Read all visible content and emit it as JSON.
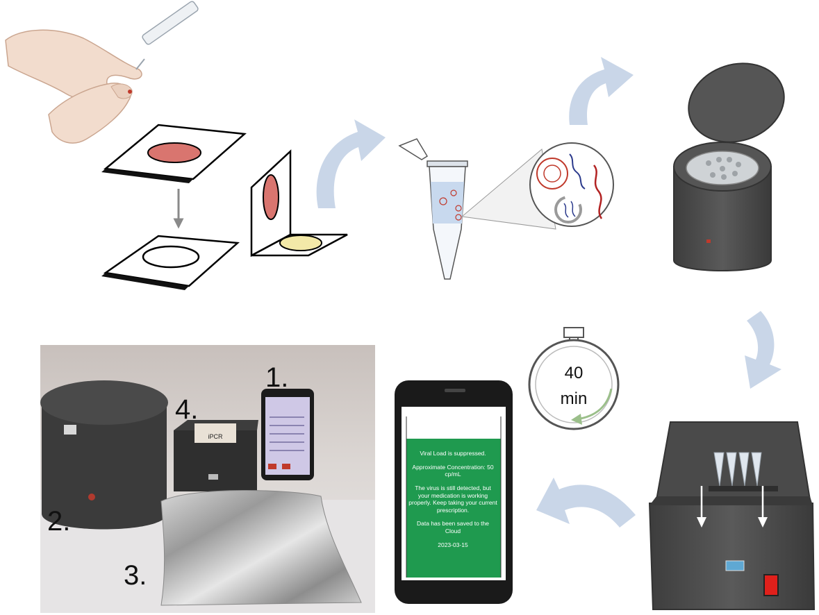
{
  "figure": {
    "timer": {
      "value": "40",
      "unit": "min"
    },
    "phone_screen": {
      "line1": "Viral Load is suppressed.",
      "line2": "Approximate Concentration:  50 cp/mL",
      "line3": "The virus is still detected, but your medication is working properly. Keep taking your current prescription.",
      "line4": "Data has been saved to the Cloud",
      "line5": "2023-03-15"
    },
    "photo_labels": {
      "l1": "1.",
      "l2": "2.",
      "l3": "3.",
      "l4": "4."
    },
    "device_label": "iPCR",
    "colors": {
      "arrow": "#c9d6e8",
      "screen_green": "#1f9a4f",
      "device": "#4a4a4a",
      "blood": "#d9756f",
      "serum": "#f3e9a8"
    }
  }
}
